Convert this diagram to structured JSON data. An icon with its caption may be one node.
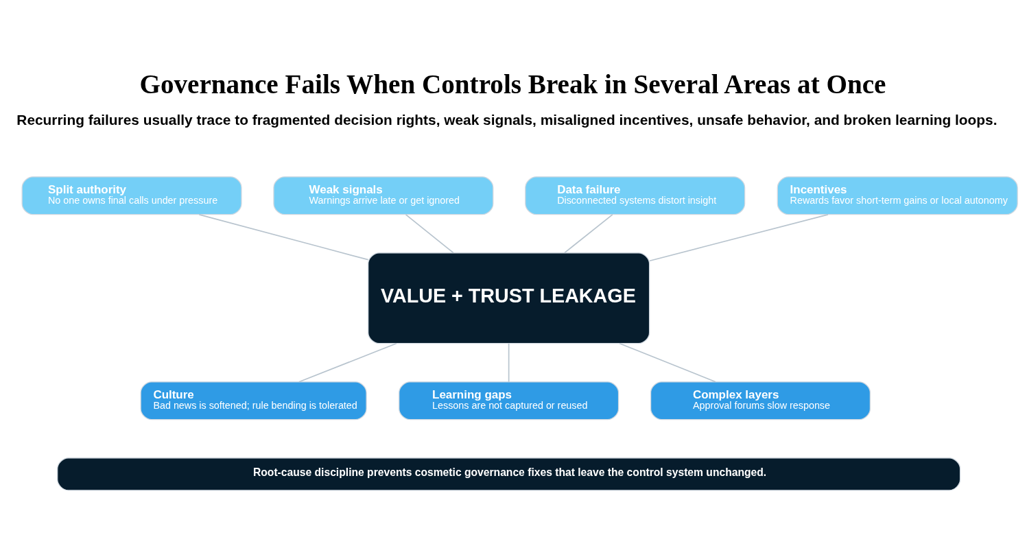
{
  "diagram": {
    "title": "Governance Fails When Controls Break in Several Areas at Once",
    "nodes": [
      {
        "text": [
          "Split authority",
          "No one owns final calls under pressure"
        ]
      },
      {
        "text": [
          "Weak signals",
          "Warnings arrive late or get ignored"
        ]
      },
      {
        "text": [
          "Data failure",
          "Disconnected systems distort insight"
        ]
      },
      {
        "text": [
          "Incentives",
          "Rewards favor short-term gains or local autonomy"
        ]
      },
      {
        "text": [
          "VALUE + TRUST LEAKAGE"
        ]
      },
      {
        "text": [
          "Culture",
          "Bad news is softened; rule bending is tolerated"
        ]
      },
      {
        "text": [
          "Learning gaps",
          "Lessons are not captured or reused"
        ]
      },
      {
        "text": [
          "Complex layers",
          "Approval forums slow response"
        ]
      },
      {
        "text": [
          "Root-cause discipline prevents cosmetic governance fixes that leave the control system unchanged."
        ]
      }
    ],
    "edges": [
      {
        "from": 0,
        "to": 4,
        "arrow": "none"
      },
      {
        "from": 1,
        "to": 4,
        "arrow": "none"
      },
      {
        "from": 2,
        "to": 4,
        "arrow": "none"
      },
      {
        "from": 3,
        "to": 4,
        "arrow": "none"
      },
      {
        "from": 4,
        "to": 5,
        "arrow": "none"
      },
      {
        "from": 4,
        "to": 6,
        "arrow": "none"
      },
      {
        "from": 4,
        "to": 7,
        "arrow": "none"
      }
    ],
    "labels": [
      "Recurring failures usually trace to fragmented decision rights, weak signals, misaligned incentives, unsafe behavior, and broken learning loops."
    ]
  }
}
